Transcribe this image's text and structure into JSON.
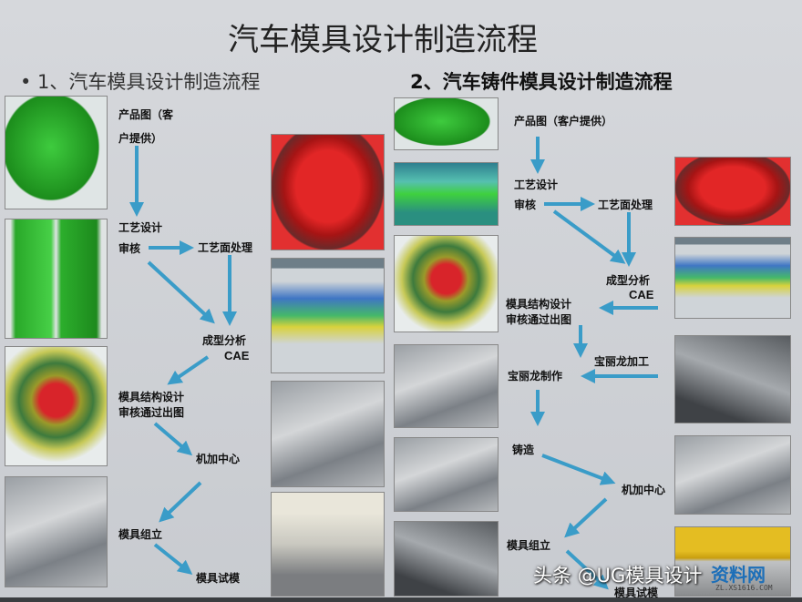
{
  "title": "汽车模具设计制造流程",
  "left": {
    "heading": "•   1、汽车模具设计制造流程",
    "steps": [
      "产品图（客",
      "户提供）",
      "工艺设计",
      "审核",
      "工艺面处理",
      "成型分析",
      "CAE",
      "模具结构设计",
      "审核通过出图",
      "机加中心",
      "模具组立",
      "模具试模"
    ]
  },
  "right": {
    "heading": "2、汽车铸件模具设计制造流程",
    "steps": [
      "产品图（客户提供）",
      "工艺设计",
      "审核",
      "工艺面处理",
      "成型分析",
      "CAE",
      "模具结构设计",
      "审核通过出图",
      "宝丽龙加工",
      "宝丽龙制作",
      "铸造",
      "机加中心",
      "模具组立",
      "模具试模"
    ]
  },
  "watermark": "头条 @UG模具设计",
  "logo": {
    "text": "资料网",
    "url_text": "ZL.XS1616.COM"
  },
  "colors": {
    "arrow": "#3a9cc8"
  }
}
